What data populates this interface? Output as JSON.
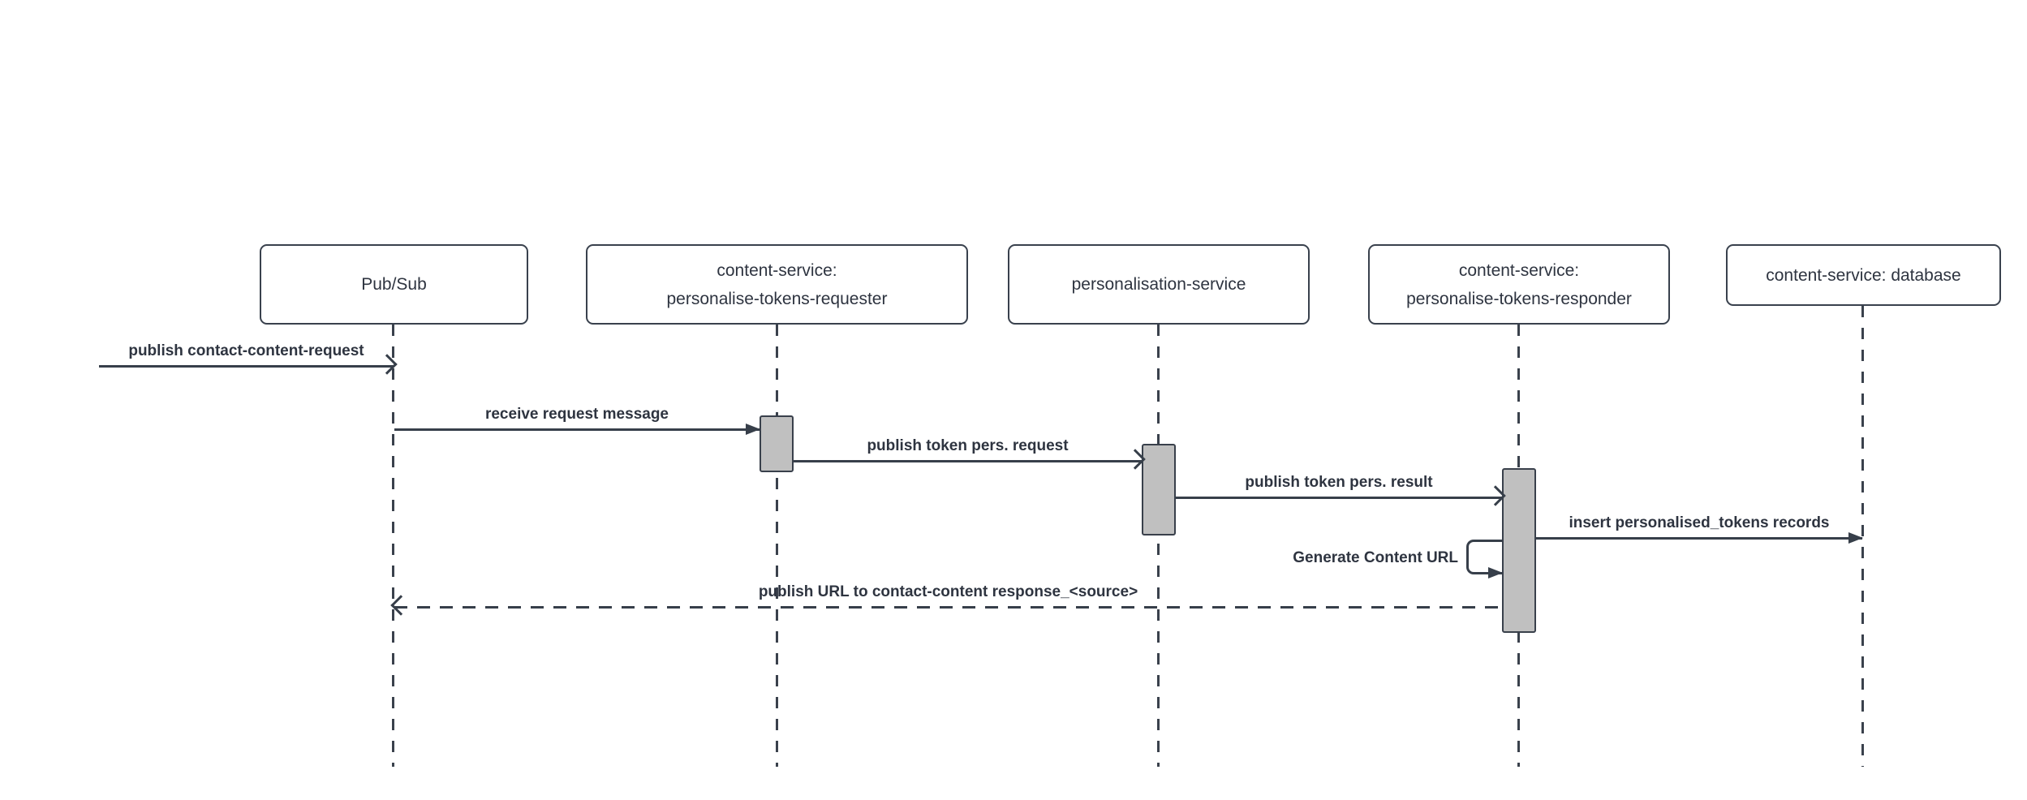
{
  "diagram": {
    "type": "sequence-diagram",
    "colors": {
      "stroke": "#373f4a",
      "participant_border": "#39414d",
      "participant_fill": "#ffffff",
      "activation_fill": "#c0c0c0",
      "text": "#2e3440",
      "background": "#ffffff"
    },
    "participants": [
      {
        "id": "pubsub",
        "lines": [
          "Pub/Sub",
          ""
        ]
      },
      {
        "id": "content-service-personalise-tokens-requester",
        "lines": [
          "content-service:",
          "personalise-tokens-requester"
        ]
      },
      {
        "id": "personalisation-service",
        "lines": [
          "personalisation-service",
          ""
        ]
      },
      {
        "id": "content-service-personalise-tokens-responder",
        "lines": [
          "content-service:",
          "personalise-tokens-responder"
        ]
      },
      {
        "id": "content-service-database",
        "lines": [
          "content-service: database",
          ""
        ]
      }
    ],
    "messages": [
      {
        "label": "publish contact-content-request",
        "from": "external",
        "to": "Pub/Sub",
        "line": "solid",
        "arrowhead": "open"
      },
      {
        "label": "receive request message",
        "from": "Pub/Sub",
        "to": "content-service: personalise-tokens-requester",
        "line": "solid",
        "arrowhead": "filled"
      },
      {
        "label": "publish token pers. request",
        "from": "content-service: personalise-tokens-requester",
        "to": "personalisation-service",
        "line": "solid",
        "arrowhead": "open"
      },
      {
        "label": "publish token pers. result",
        "from": "personalisation-service",
        "to": "content-service: personalise-tokens-responder",
        "line": "solid",
        "arrowhead": "open"
      },
      {
        "label": "insert personalised_tokens records",
        "from": "content-service: personalise-tokens-responder",
        "to": "content-service: database",
        "line": "solid",
        "arrowhead": "filled"
      },
      {
        "label": "Generate Content URL",
        "from": "content-service: personalise-tokens-responder",
        "to": "content-service: personalise-tokens-responder",
        "line": "solid",
        "arrowhead": "filled",
        "self": true
      },
      {
        "label": "publish URL to contact-content response_<source>",
        "from": "content-service: personalise-tokens-responder",
        "to": "Pub/Sub",
        "line": "dashed",
        "arrowhead": "open"
      }
    ]
  }
}
